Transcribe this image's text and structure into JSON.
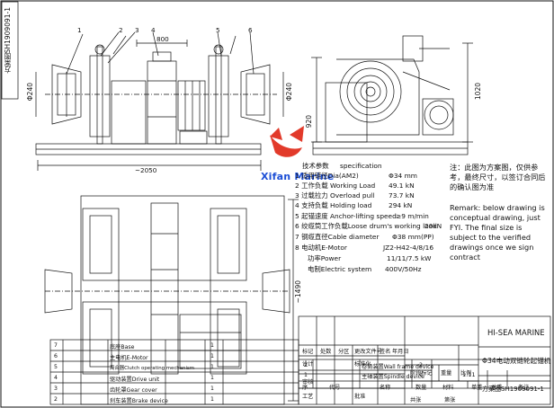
{
  "drawing": {
    "side_code": "方案图SH1909091-1",
    "logo": {
      "text": "Xifan Marine",
      "color_blue": "#1d4fd6",
      "color_red": "#e23a2a"
    },
    "dimensions": {
      "width_800": "800",
      "dia_240": "Φ240",
      "dia_240b": "Φ240",
      "overall_2050": "~2050",
      "height_1490": "~1490",
      "h_920": "920",
      "h_1020": "1020"
    },
    "balloons": [
      "1",
      "2",
      "3",
      "4",
      "5",
      "6"
    ]
  },
  "specification": {
    "header_cn": "技术参数",
    "header_en": "specification",
    "rows": [
      {
        "no": "1",
        "label": "适用链径Dia(AM2)",
        "value": "Φ34 mm"
      },
      {
        "no": "2",
        "label": "工作负载 Working Load",
        "value": "49.1 kN"
      },
      {
        "no": "3",
        "label": "过载拉力 Overload pull",
        "value": "73.7 kN"
      },
      {
        "no": "4",
        "label": "支持负载 Holding load",
        "value": "294 kN"
      },
      {
        "no": "5",
        "label": "起锚速度 Anchor-lifting speed",
        "value": "≥9 m/min"
      },
      {
        "no": "6",
        "label": "绞缆筒工作负载Loose drum's working load",
        "value": "20kN"
      },
      {
        "no": "7",
        "label": "钢缆直径Cable diameter",
        "value": "Φ38 mm(PP)"
      },
      {
        "no": "8",
        "label": "电动机E-Motor",
        "value": "JZ2-H42-4/8/16"
      },
      {
        "no": "",
        "label": "功率Power",
        "value": "11/11/7.5 kW"
      },
      {
        "no": "",
        "label": "电制Electric system",
        "value": "400V/50Hz"
      }
    ]
  },
  "remark": {
    "cn": "注：此图为方案图，仅供参考，最终尺寸，以签订合同后的确认图为准",
    "en": "Remark: below drawing is conceptual drawing, just FYI. The final size is subject to the verified drawings once we sign contract"
  },
  "bom_upper": {
    "rows": [
      {
        "no": "2",
        "name": "卷筒装置Wall frame device",
        "qty": "2"
      },
      {
        "no": "1",
        "name": "主轴装置Spindle device",
        "qty": "1"
      }
    ],
    "headers": [
      "序",
      "代号",
      "名称",
      "数量",
      "材料",
      "单重",
      "总重",
      "备注"
    ],
    "headers_row2": [
      "号",
      "重量"
    ]
  },
  "bom_lower": {
    "rows": [
      {
        "no": "7",
        "name": "底座Base",
        "qty": "1"
      },
      {
        "no": "6",
        "name": "主电机E-Motor",
        "qty": "1"
      },
      {
        "no": "5",
        "name": "离合器Clutch operating mechanism",
        "qty": "1"
      },
      {
        "no": "4",
        "name": "驱动装置Drive unit",
        "qty": "1"
      },
      {
        "no": "3",
        "name": "齿轮罩Gear cover",
        "qty": "1"
      },
      {
        "no": "2",
        "name": "刹车装置Brake device",
        "qty": "1"
      }
    ]
  },
  "title_block": {
    "company": "HI-SEA MARINE",
    "product": "Φ34电动双链轮起锚机",
    "drawing_no": "方案图SH1909091-1",
    "scale": "1:11",
    "labels": {
      "mark": "标记",
      "count": "处数",
      "zone": "分区",
      "change_doc": "更改文件号",
      "sign": "签名",
      "date": "年月日",
      "design": "设计",
      "std": "标准化",
      "stage_mark": "阶段标记",
      "weight": "重量",
      "ratio": "比例",
      "review": "审核",
      "craft": "工艺",
      "approve": "批准",
      "sheets_total": "共张",
      "sheet_no": "第张"
    }
  }
}
